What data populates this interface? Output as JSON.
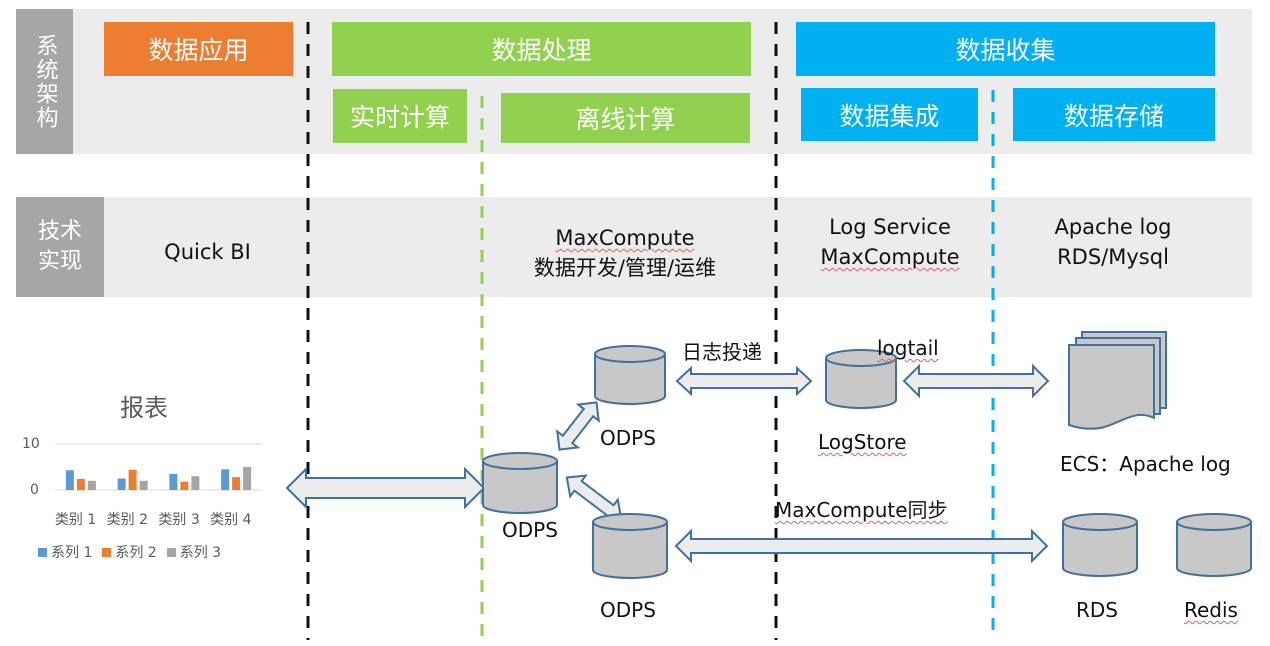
{
  "architecture": {
    "row_label": "系统架构",
    "layers": [
      {
        "label": "数据应用",
        "color": "#ed7d31"
      },
      {
        "label": "数据处理",
        "color": "#92d050"
      },
      {
        "label": "数据收集",
        "color": "#00b0f0"
      }
    ],
    "sublayers": [
      {
        "label": "实时计算",
        "color": "#92d050"
      },
      {
        "label": "离线计算",
        "color": "#92d050"
      },
      {
        "label": "数据集成",
        "color": "#00b0f0"
      },
      {
        "label": "数据存储",
        "color": "#00b0f0"
      }
    ]
  },
  "technology": {
    "row_label": "技术实现",
    "items": [
      {
        "lines": [
          "Quick BI"
        ]
      },
      {
        "lines": [
          "MaxCompute",
          "数据开发/管理/运维"
        ]
      },
      {
        "lines": [
          "Log Service",
          "MaxCompute"
        ]
      },
      {
        "lines": [
          "Apache log",
          "RDS/Mysql"
        ]
      }
    ]
  },
  "flow": {
    "nodes": {
      "odps_center": "ODPS",
      "odps_top": "ODPS",
      "odps_bottom": "ODPS",
      "logstore": "LogStore",
      "ecs": "ECS：Apache log",
      "rds": "RDS",
      "redis": "Redis"
    },
    "edges": {
      "log_delivery": "日志投递",
      "logtail": "logtail",
      "maxcompute_sync": "MaxCompute同步"
    }
  },
  "chart_data": {
    "type": "bar",
    "title": "报表",
    "categories": [
      "类别 1",
      "类别 2",
      "类别 3",
      "类别 4"
    ],
    "series": [
      {
        "name": "系列 1",
        "color": "#5b9bd5",
        "values": [
          4.3,
          2.5,
          3.5,
          4.5
        ]
      },
      {
        "name": "系列 2",
        "color": "#ed7d31",
        "values": [
          2.4,
          4.4,
          1.8,
          2.8
        ]
      },
      {
        "name": "系列 3",
        "color": "#a5a5a5",
        "values": [
          2.0,
          2.0,
          3.0,
          5.0
        ]
      }
    ],
    "yticks": [
      "0",
      "10"
    ],
    "ylim": [
      0,
      10
    ],
    "grid": true,
    "legend": "bottom",
    "xlabel": "",
    "ylabel": ""
  }
}
